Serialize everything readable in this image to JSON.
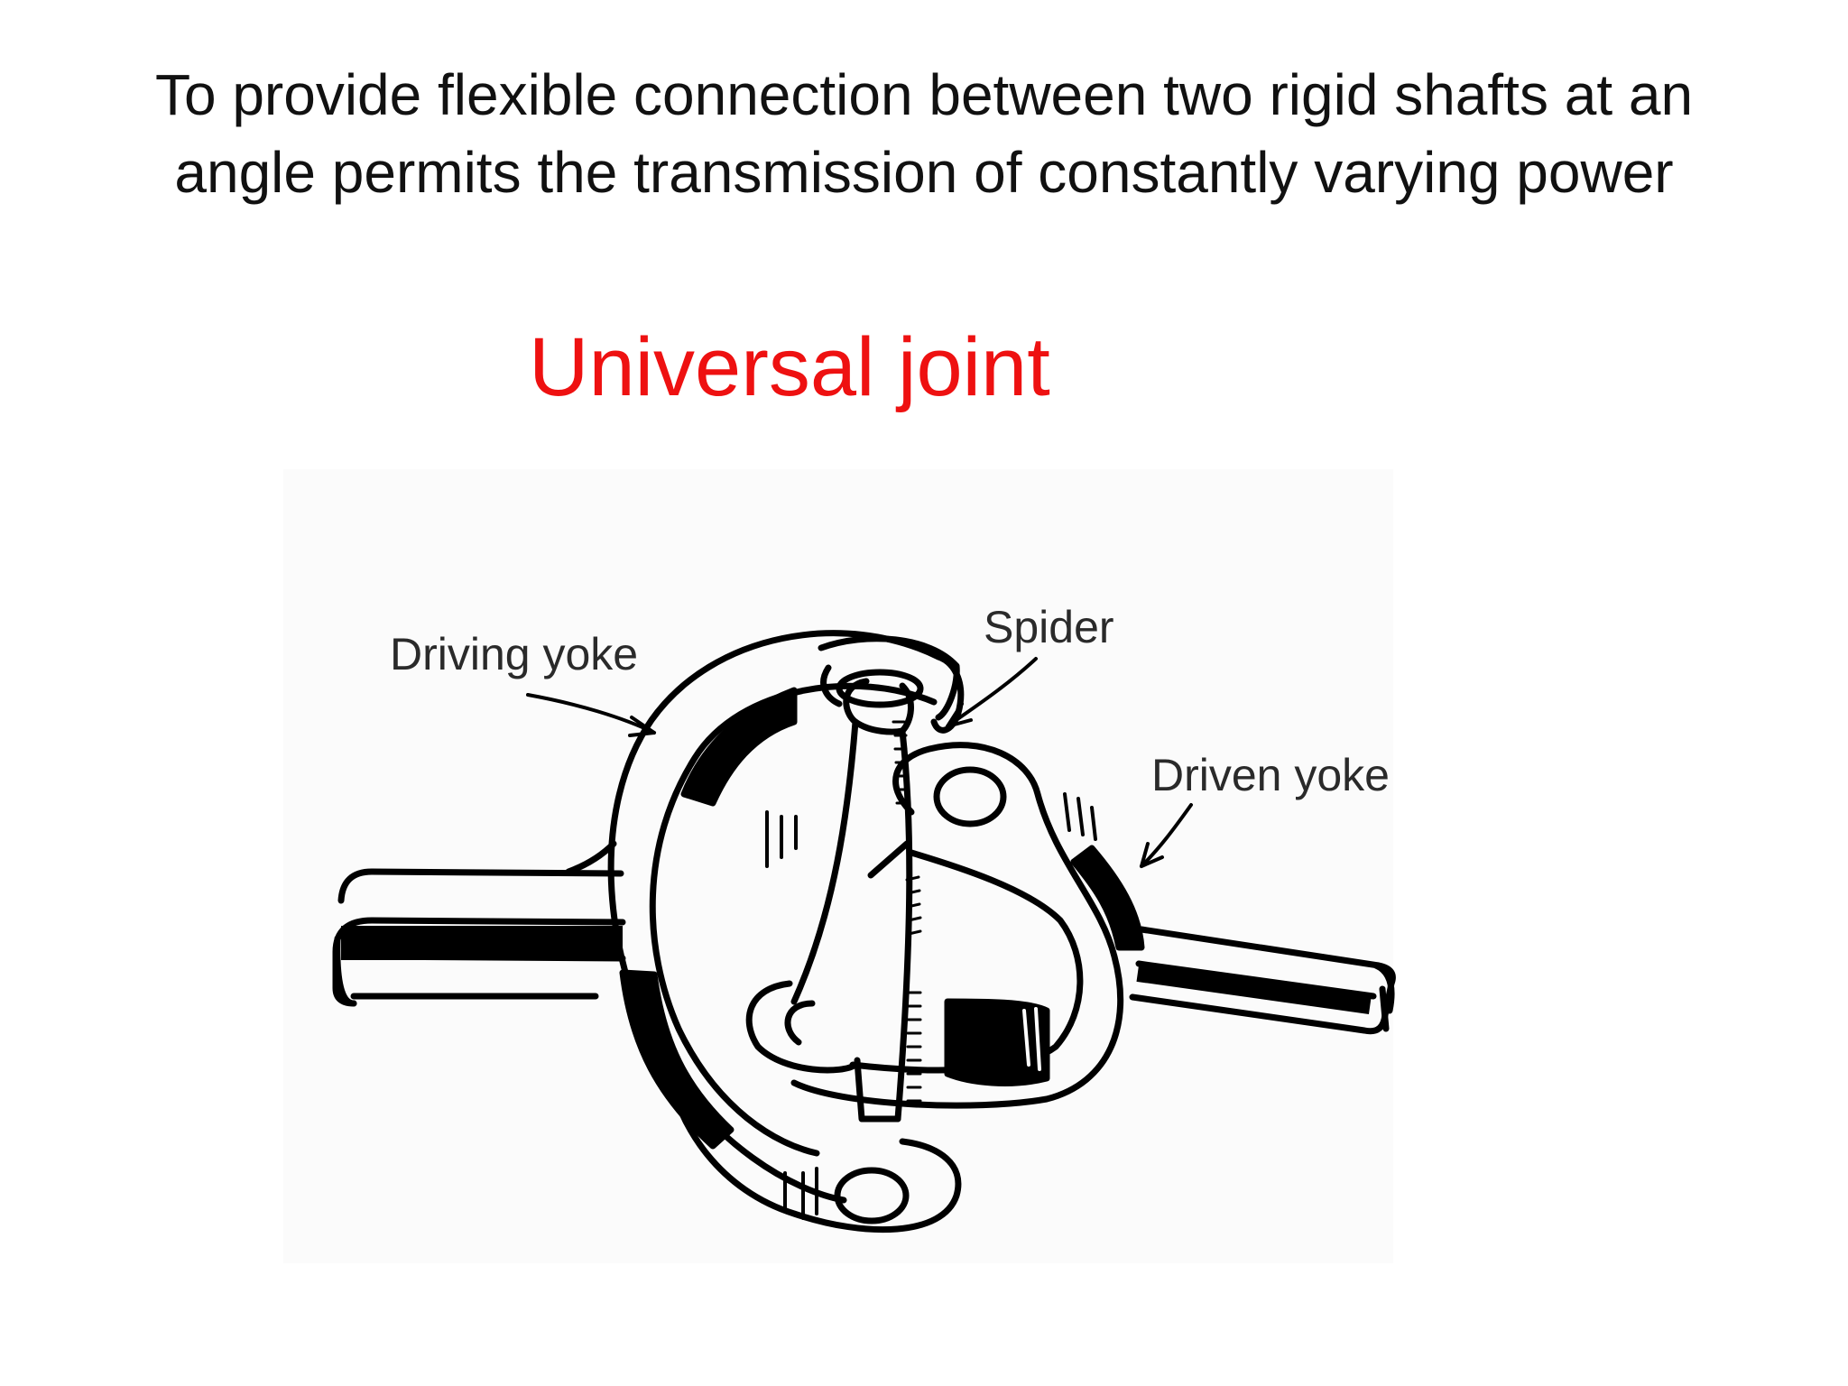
{
  "heading": {
    "line1": "To  provide flexible connection between two rigid shafts at an",
    "line2": "angle permits the transmission of constantly varying power"
  },
  "diagram": {
    "title": "Universal joint",
    "labels": {
      "driving_yoke": "Driving yoke",
      "spider": "Spider",
      "driven_yoke": "Driven yoke"
    }
  },
  "colors": {
    "heading_text": "#111111",
    "title_text": "#ee1111",
    "line_art": "#000000",
    "background": "#ffffff"
  }
}
